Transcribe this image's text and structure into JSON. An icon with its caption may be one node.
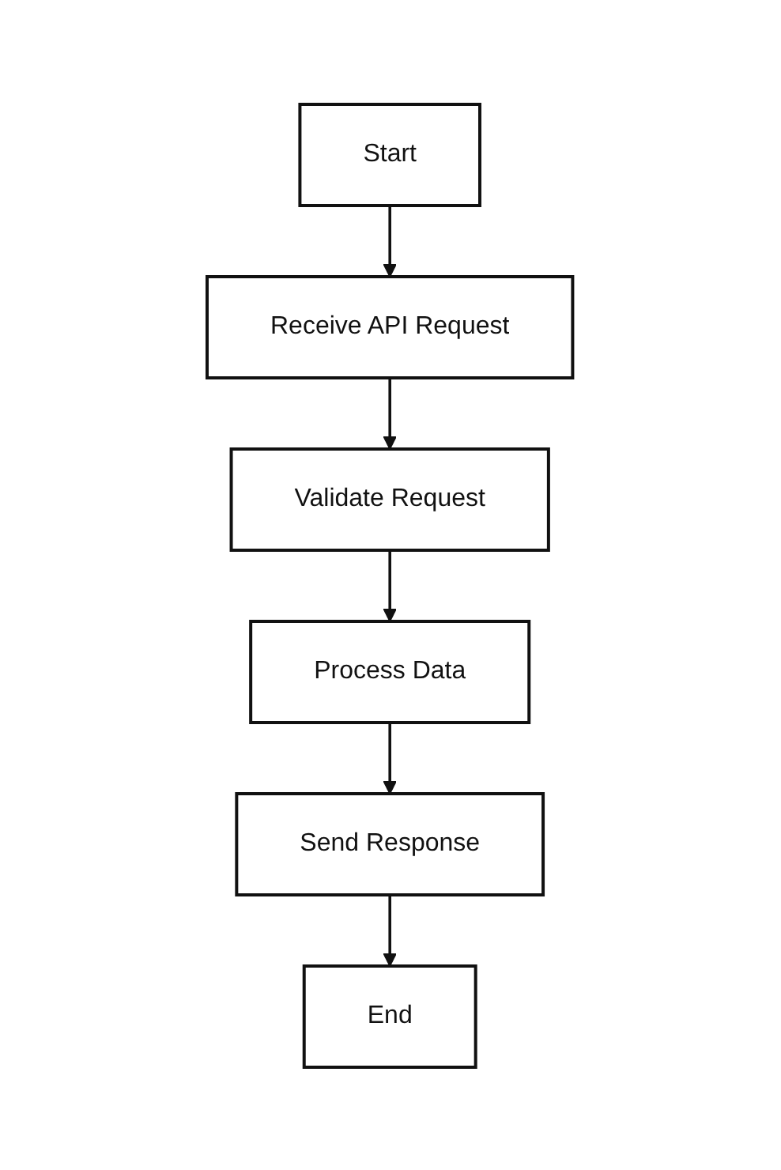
{
  "diagram": {
    "nodes": [
      {
        "text": [
          "Start"
        ]
      },
      {
        "text": [
          "Receive API Request"
        ]
      },
      {
        "text": [
          "Validate Request"
        ]
      },
      {
        "text": [
          "Process Data"
        ]
      },
      {
        "text": [
          "Send Response"
        ]
      },
      {
        "text": [
          "End"
        ]
      }
    ],
    "edges": [
      {
        "from": 0,
        "to": 1,
        "arrow": "to"
      },
      {
        "from": 1,
        "to": 2,
        "arrow": "to"
      },
      {
        "from": 2,
        "to": 3,
        "arrow": "to"
      },
      {
        "from": 3,
        "to": 4,
        "arrow": "to"
      },
      {
        "from": 4,
        "to": 5,
        "arrow": "to"
      }
    ]
  }
}
